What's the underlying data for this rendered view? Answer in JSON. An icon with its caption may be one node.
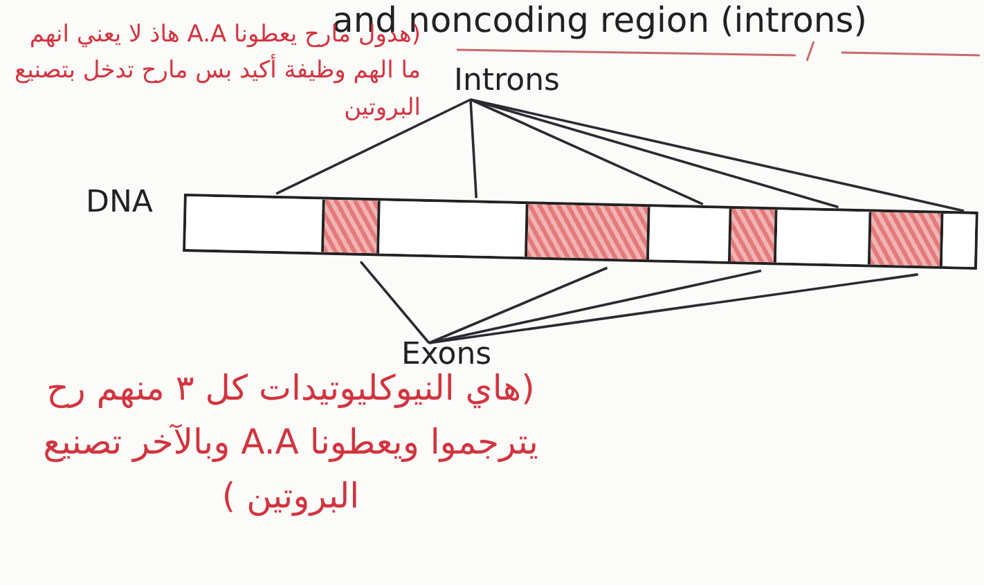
{
  "diagram": {
    "nodes": [
      {
        "text": [
          "Introns"
        ]
      },
      {
        "text": [],
        "shape": "bar",
        "beside": [
          "DNA"
        ]
      },
      {
        "text": [],
        "shape": "box",
        "in": 1
      },
      {
        "text": [],
        "shape": "box",
        "in": 1
      },
      {
        "text": [],
        "shape": "box",
        "in": 1
      },
      {
        "text": [],
        "shape": "box",
        "in": 1
      },
      {
        "text": [],
        "shape": "box",
        "in": 1
      },
      {
        "text": [],
        "shape": "box",
        "in": 1
      },
      {
        "text": [],
        "shape": "box",
        "in": 1
      },
      {
        "text": [],
        "shape": "box",
        "in": 1
      },
      {
        "text": [],
        "shape": "box",
        "in": 1
      },
      {
        "text": [
          "Exons"
        ]
      }
    ],
    "edges": [
      {
        "from": 0,
        "to": 2,
        "arrow": "none"
      },
      {
        "from": 0,
        "to": 4,
        "arrow": "none"
      },
      {
        "from": 0,
        "to": 6,
        "arrow": "none"
      },
      {
        "from": 0,
        "to": 8,
        "arrow": "none"
      },
      {
        "from": 0,
        "to": 10,
        "arrow": "none"
      },
      {
        "from": 11,
        "to": 3,
        "arrow": "none"
      },
      {
        "from": 11,
        "to": 5,
        "arrow": "none"
      },
      {
        "from": 11,
        "to": 7,
        "arrow": "none"
      },
      {
        "from": 11,
        "to": 9,
        "arrow": "none"
      }
    ],
    "labels": [
      "and noncoding region (introns)",
      "(هدول مارح يعطونا A.A هاذ لا يعني انهم ما الهم وظيفة أكيد بس مارح تدخل بتصنيع البروتين",
      "(هاي النيوكليوتيدات كل ٣ منهم رح يترجموا ويعطونا A.A وبالآخر تصنيع البروتين )"
    ]
  }
}
